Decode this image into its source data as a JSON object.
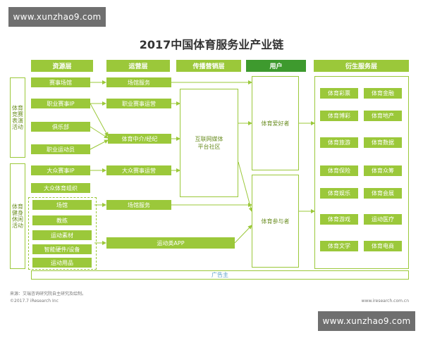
{
  "watermark_top": "www.xunzhao9.com",
  "watermark_bottom": "www.xunzhao9.com",
  "title": "2017中国体育服务业产业链",
  "headers": {
    "resource": "资源层",
    "operation": "运营层",
    "media": "传播营销层",
    "user": "用户",
    "derivative": "衍生服务层"
  },
  "side_labels": {
    "competitive": "体育竞赛表演活动",
    "fitness": "体育健身休闲活动"
  },
  "resource": {
    "venue": "赛事场馆",
    "pro_ip": "职业赛事IP",
    "club": "俱乐部",
    "athlete": "职业运动员",
    "mass_ip": "大众赛事IP",
    "mass_org": "大众体育组织",
    "gym": "场馆",
    "coach": "教练",
    "material": "运动素材",
    "smart_hw": "智能硬件/设备",
    "goods": "运动用品"
  },
  "operation": {
    "venue_service_1": "场馆服务",
    "pro_event_ops": "职业赛事运营",
    "agency": "体育中介/经纪",
    "mass_event_ops": "大众赛事运营",
    "venue_service_2": "场馆服务",
    "sports_app": "运动类APP"
  },
  "media": {
    "platform": "互联网媒体\n平台社区"
  },
  "users": {
    "fans": "体育爱好者",
    "participants": "体育参与者"
  },
  "derivative": [
    [
      "体育彩票",
      "体育金融"
    ],
    [
      "体育博彩",
      "体育地产"
    ],
    [
      "体育旅游",
      "体育数据"
    ],
    [
      "体育保险",
      "体育众筹"
    ],
    [
      "体育娱乐",
      "体育会展"
    ],
    [
      "体育游戏",
      "运动医疗"
    ],
    [
      "体育文学",
      "体育电商"
    ]
  ],
  "advertiser": "广告主",
  "footer": {
    "source": "来源：艾瑞咨询研究院自主研究及绘制。",
    "copyright": "©2017.7 iResearch Inc",
    "site": "www.iresearch.com.cn"
  }
}
